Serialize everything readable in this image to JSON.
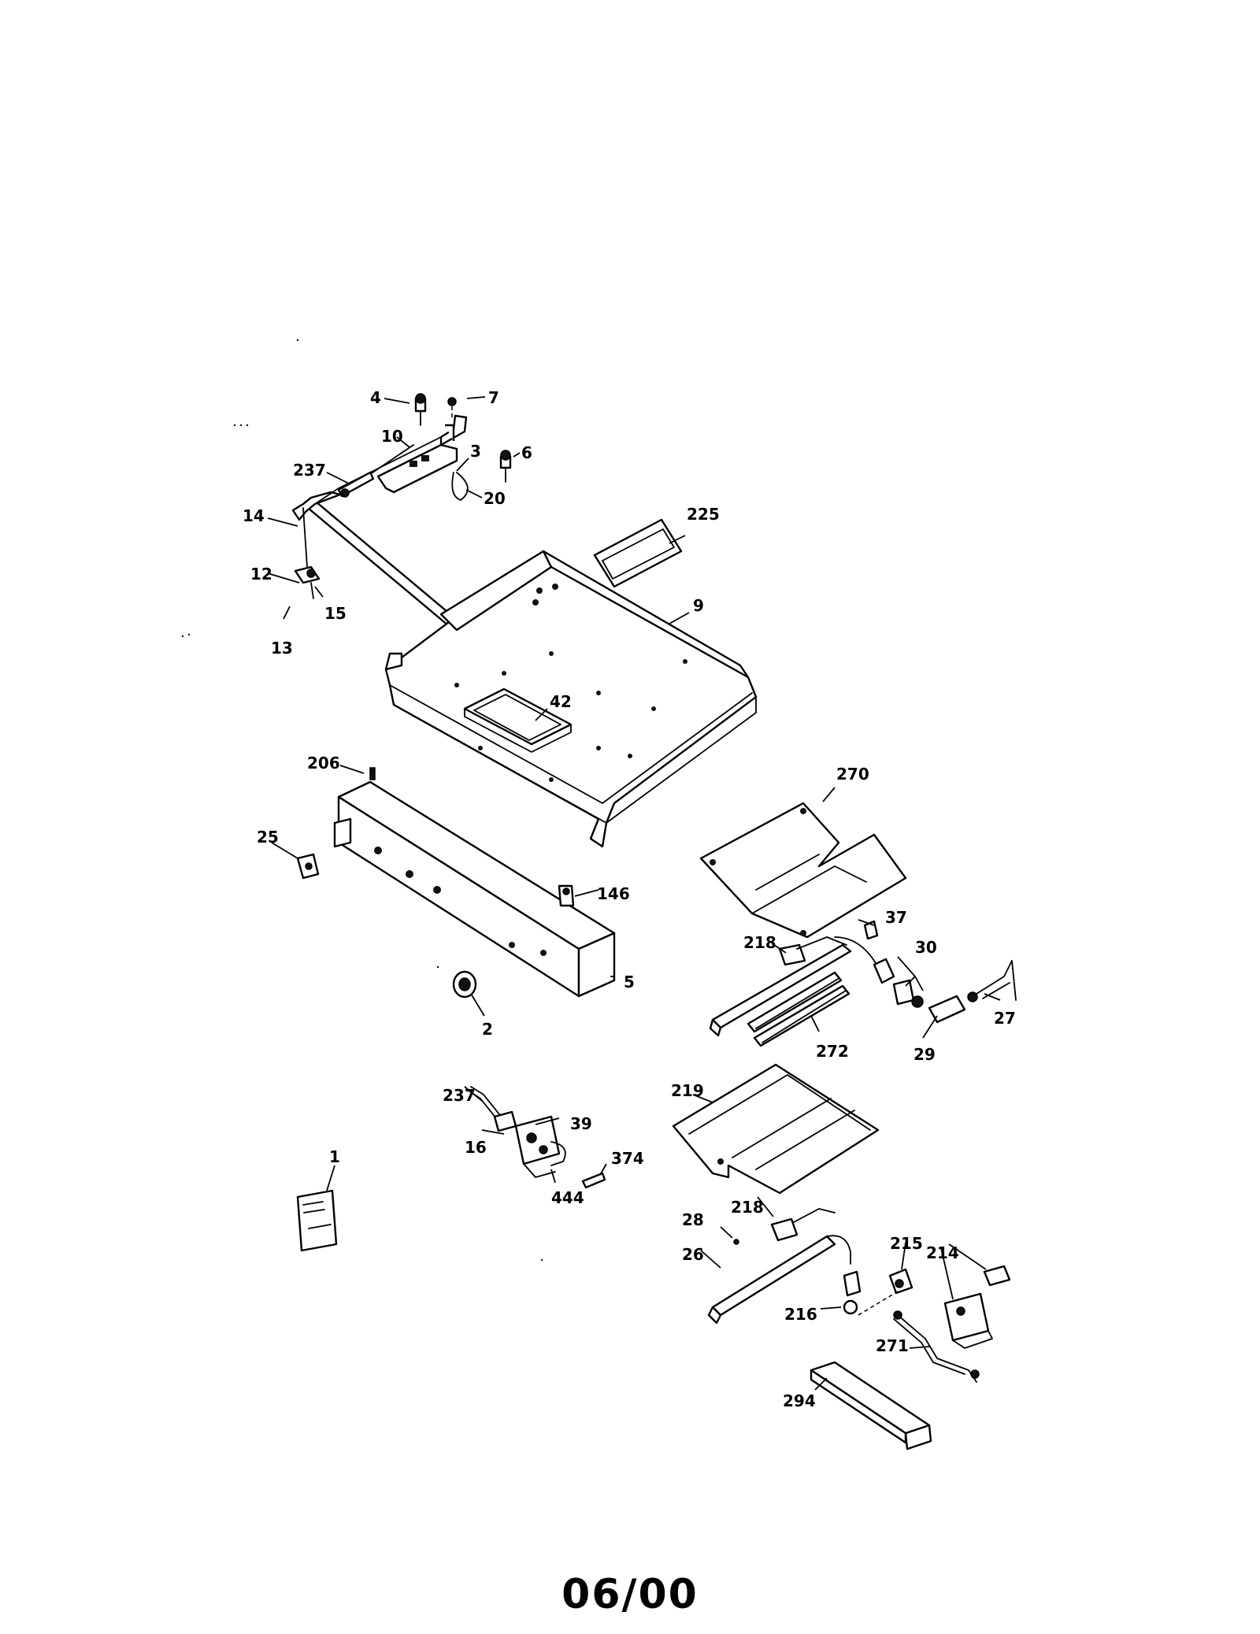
{
  "diagram": {
    "part_numbers": {
      "p1": "1",
      "p2": "2",
      "p3": "3",
      "p4": "4",
      "p5": "5",
      "p6": "6",
      "p7": "7",
      "p9": "9",
      "p10": "10",
      "p12": "12",
      "p13": "13",
      "p14": "14",
      "p15": "15",
      "p16": "16",
      "p20": "20",
      "p25": "25",
      "p26": "26",
      "p27": "27",
      "p28": "28",
      "p29": "29",
      "p30": "30",
      "p37": "37",
      "p39": "39",
      "p42": "42",
      "p146": "146",
      "p206": "206",
      "p214": "214",
      "p215": "215",
      "p216": "216",
      "p218a": "218",
      "p218b": "218",
      "p219": "219",
      "p225": "225",
      "p237a": "237",
      "p237b": "237",
      "p270": "270",
      "p271": "271",
      "p272": "272",
      "p294": "294",
      "p374": "374",
      "p444": "444"
    }
  },
  "footer": {
    "code": "06/00"
  }
}
